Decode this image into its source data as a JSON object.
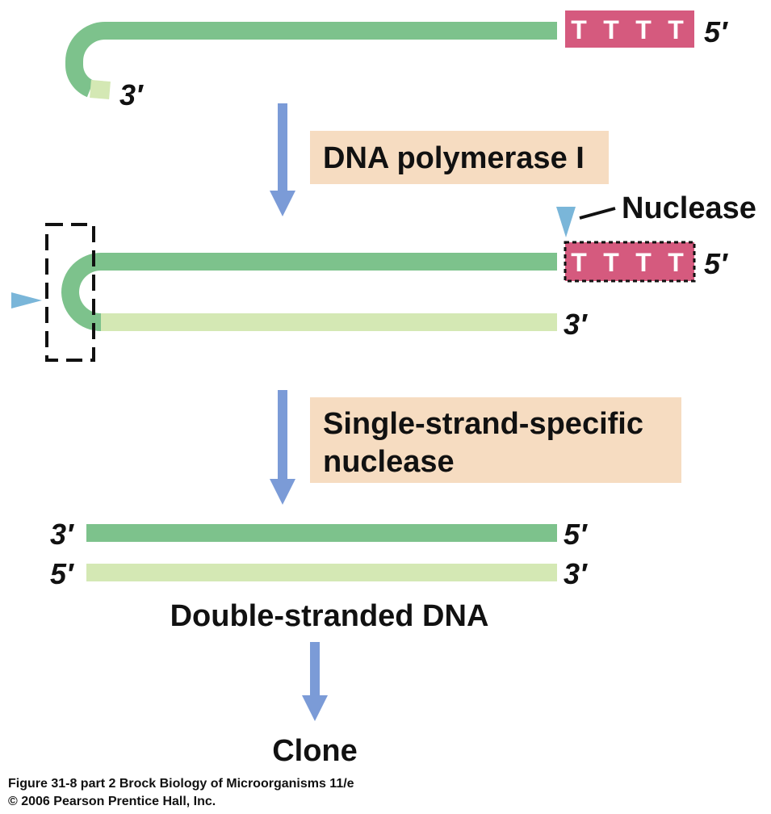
{
  "colors": {
    "strand_dark": "#7dc28c",
    "strand_light": "#d4e8b4",
    "poly_t": "#d55a7e",
    "arrow": "#7b9bd7",
    "step_box": "#f6dcc1",
    "cut_marker": "#7ab6d9"
  },
  "icons": [
    "down-arrow-icon",
    "cut-site-icon"
  ],
  "stage1": {
    "label_5prime": "5′",
    "label_3prime": "3′",
    "poly_t": [
      "T",
      "T",
      "T",
      "T"
    ]
  },
  "step1": {
    "label": "DNA polymerase I"
  },
  "stage2": {
    "nuclease_label": "Nuclease",
    "label_5prime": "5′",
    "label_3prime": "3′",
    "poly_t": [
      "T",
      "T",
      "T",
      "T"
    ]
  },
  "step2": {
    "line1": "Single-strand-specific",
    "line2": "nuclease"
  },
  "stage3": {
    "top_left": "3′",
    "top_right": "5′",
    "bottom_left": "5′",
    "bottom_right": "3′",
    "label": "Double-stranded DNA"
  },
  "result": {
    "label": "Clone"
  },
  "caption": {
    "line1": "Figure 31-8 part 2  Brock Biology of Microorganisms 11/e",
    "line2": "© 2006 Pearson Prentice Hall, Inc."
  }
}
